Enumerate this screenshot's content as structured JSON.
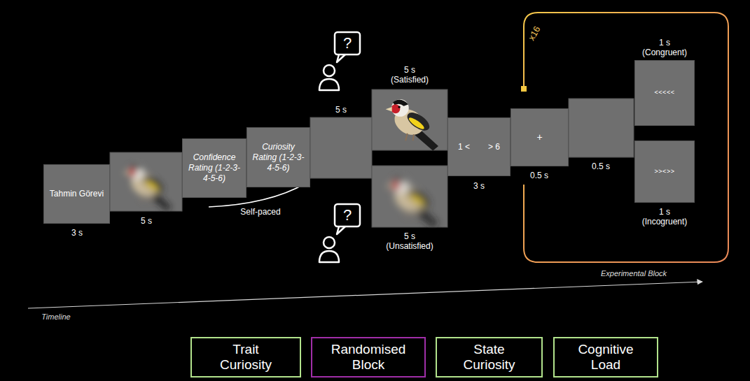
{
  "diagram": {
    "nodes": [
      {
        "text": [
          "Tahmin Görevi"
        ]
      },
      {
        "text": [
          "Confidence Rating (1-2-3-4-5-6)"
        ]
      },
      {
        "text": [
          "Curiosity Rating (1-2-3-4-5-6)"
        ]
      },
      {
        "text": [
          "1 <",
          "> 6"
        ]
      },
      {
        "text": [
          "+"
        ]
      },
      {
        "text": [
          "<<<<<"
        ]
      },
      {
        "text": [
          ">><>>"
        ]
      },
      {
        "text": [
          "Trait Curiosity"
        ]
      },
      {
        "text": [
          "Randomised Block"
        ]
      },
      {
        "text": [
          "State Curiosity"
        ]
      },
      {
        "text": [
          "Cognitive Load"
        ]
      }
    ],
    "labels": [
      "3 s",
      "5 s",
      "Self-paced",
      "5 s",
      "?",
      "5 s (Satisfied)",
      "?",
      "5 s (Unsatisfied)",
      "3 s",
      "0.5 s",
      "0.5 s",
      "x16",
      "1 s (Congruent)",
      "1 s (Incogruent)",
      "Experimental Block",
      "Timeline"
    ]
  }
}
